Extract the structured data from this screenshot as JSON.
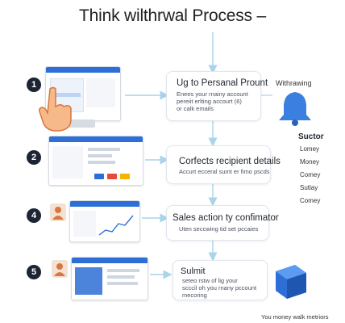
{
  "title": "Think wilthrwal Process –",
  "steps": [
    {
      "number": "1",
      "title": "Ug to Persanal Prount",
      "desc": [
        "Enees your rnainy account",
        "pereiit erlting accourt (6)",
        "or calk emails"
      ]
    },
    {
      "number": "2",
      "title": "Corfects recipient details",
      "desc": [
        "Accurt ecceral sumt er fimo pscds"
      ]
    },
    {
      "number": "4",
      "title": "Sales action ty confimator",
      "desc": [
        "Uten seccwing tid set pccaies"
      ]
    },
    {
      "number": "5",
      "title": "Sulmit",
      "desc": [
        "seteo rstw of lig your",
        "scccil oh you rnany pccount",
        "mecoring"
      ]
    }
  ],
  "side": {
    "caption": "Withrawing",
    "heading": "Suctor",
    "items": [
      "Lomey",
      "Money",
      "Comey",
      "Sutlay",
      "Comey"
    ]
  },
  "footer": "You money walk metriors",
  "colors": {
    "accent": "#2d6fd6",
    "arrow": "#a9d4ea",
    "bell": "#3b7fe0"
  }
}
